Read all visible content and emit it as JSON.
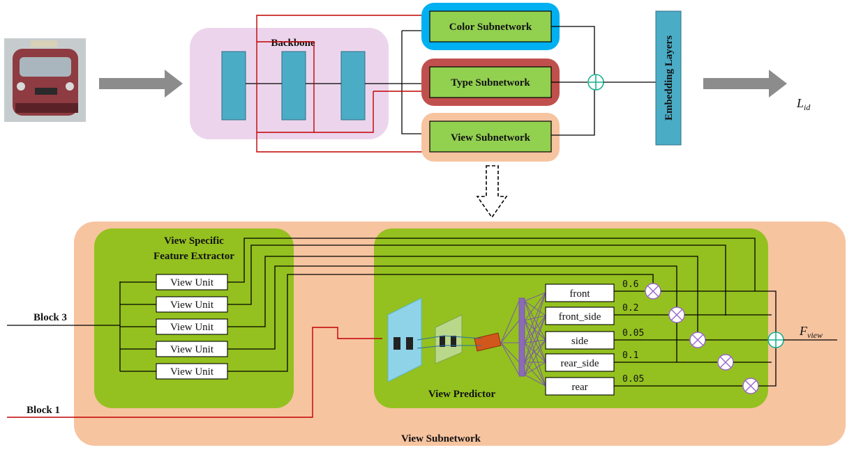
{
  "backbone": {
    "label": "Backbone"
  },
  "subnetworks": {
    "color": "Color Subnetwork",
    "type": "Type Subnetwork",
    "view": "View Subnetwork"
  },
  "embedding": {
    "label": "Embedding Layers"
  },
  "loss": {
    "symbol": "L",
    "subscript": "id"
  },
  "detail": {
    "title": "View Subnetwork",
    "extractor_title_1": "View Specific",
    "extractor_title_2": "Feature Extractor",
    "view_units": [
      "View Unit",
      "View Unit",
      "View Unit",
      "View Unit",
      "View Unit"
    ],
    "predictor_title": "View Predictor",
    "block3": "Block 3",
    "block1": "Block 1",
    "views": [
      {
        "label": "front",
        "weight": "0.6"
      },
      {
        "label": "front_side",
        "weight": "0.2"
      },
      {
        "label": "side",
        "weight": "0.05"
      },
      {
        "label": "rear_side",
        "weight": "0.1"
      },
      {
        "label": "rear",
        "weight": "0.05"
      }
    ],
    "output": {
      "symbol": "F",
      "subscript": "view"
    }
  },
  "colors": {
    "pink": "#ecd5ec",
    "orange": "#f7c4a0",
    "green_panel": "#94c11f",
    "green_box": "#92d050",
    "blue_border": "#00b0f0",
    "red_border": "#c0504d",
    "teal": "#4bacc6",
    "red_line": "#c00000",
    "arrow_gray": "#8c8c8c"
  }
}
